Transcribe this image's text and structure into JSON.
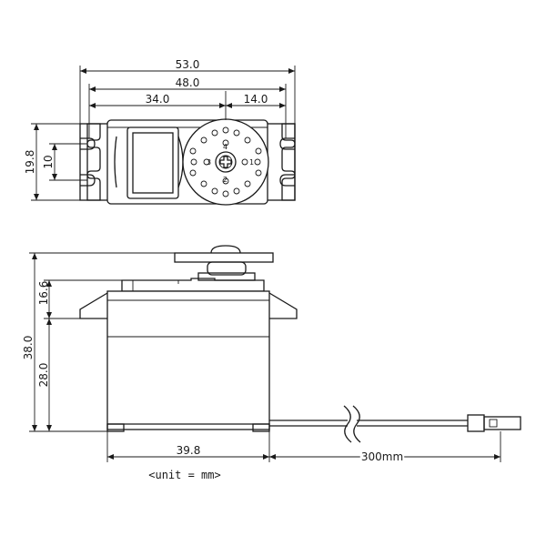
{
  "top_view": {
    "dims": {
      "overall_width": "53.0",
      "mount_hole_spacing": "48.0",
      "shaft_offset_left": "34.0",
      "shaft_offset_right": "14.0",
      "height_outer": "19.8",
      "height_inner": "10"
    },
    "horn_numbers": [
      "4",
      "1",
      "3",
      "2"
    ]
  },
  "side_view": {
    "dims": {
      "total_height": "38.0",
      "body_height": "28.0",
      "flange_height": "16.6",
      "body_width": "39.8",
      "cable_length": "300mm"
    }
  },
  "unit_note": "<unit = mm>"
}
